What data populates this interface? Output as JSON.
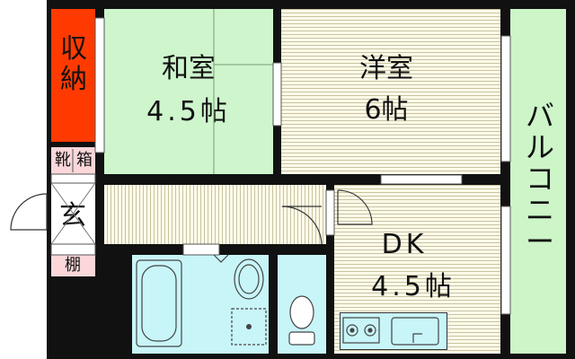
{
  "rooms": {
    "storage": "収納",
    "shoe_box": [
      "靴",
      "箱"
    ],
    "japanese_room": {
      "name": "和室",
      "size": "4.5帖"
    },
    "western_room": {
      "name": "洋室",
      "size": "6帖"
    },
    "entrance": "玄",
    "shelf": "棚",
    "dk": {
      "name": "DK",
      "size": "4.5帖"
    },
    "balcony": "バルコニー"
  },
  "colors": {
    "storage": "#ff3a00",
    "tatami": "#cef5cc",
    "balcony": "#cdf5c8",
    "bath": "#c8f5f8",
    "floor": "#fdfae9",
    "shoe_box": "#fbd7d9",
    "wall": "#111111"
  },
  "icons": [
    "bathtub-icon",
    "washbasin-icon",
    "toilet-icon",
    "stove-icon",
    "sink-icon",
    "door-swing-icon"
  ]
}
